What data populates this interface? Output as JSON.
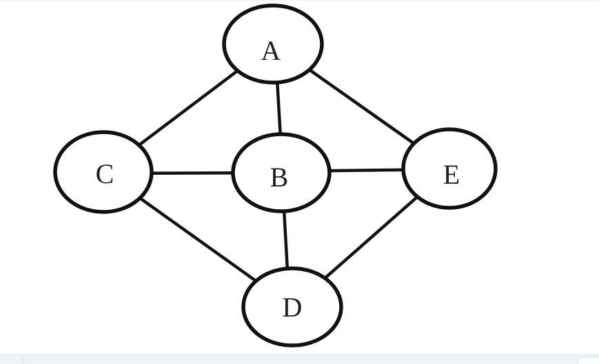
{
  "diagram": {
    "type": "undirected-graph",
    "nodes": [
      {
        "id": "A",
        "label": "A"
      },
      {
        "id": "B",
        "label": "B"
      },
      {
        "id": "C",
        "label": "C"
      },
      {
        "id": "D",
        "label": "D"
      },
      {
        "id": "E",
        "label": "E"
      }
    ],
    "edges": [
      {
        "from": "A",
        "to": "C"
      },
      {
        "from": "A",
        "to": "B"
      },
      {
        "from": "A",
        "to": "E"
      },
      {
        "from": "C",
        "to": "B"
      },
      {
        "from": "B",
        "to": "E"
      },
      {
        "from": "C",
        "to": "D"
      },
      {
        "from": "B",
        "to": "D"
      },
      {
        "from": "D",
        "to": "E"
      }
    ]
  },
  "colors": {
    "background": "#ffffff",
    "edge_stroke": "#111111",
    "node_stroke": "#111111",
    "node_fill": "#ffffff",
    "label_color": "#1f1f1f",
    "bottom_bar_bg": "#edf2f6",
    "bottom_bar_border": "#e2e8ec",
    "bar_divider": "#d9dfe5",
    "corner_popup_bg": "#fcfdfe",
    "corner_popup_border": "#dde3e9"
  }
}
